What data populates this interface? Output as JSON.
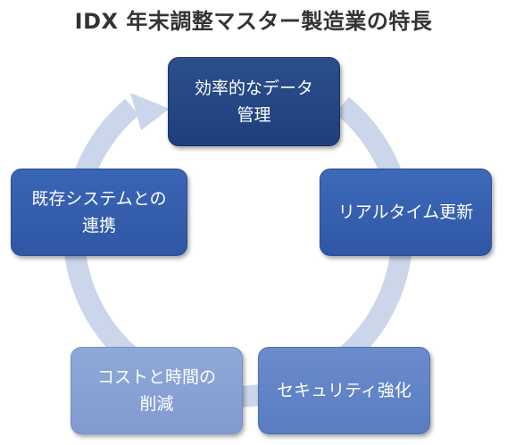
{
  "title": "IDX 年末調整マスター製造業の特長",
  "colors": {
    "ring": "#ccd6ea",
    "node1": "#24467f",
    "node2": "#335cab",
    "node3": "#5f82c5",
    "node4": "#86a0d3",
    "node5": "#335cab"
  },
  "nodes": [
    {
      "lines": [
        "効率的なデータ",
        "管理"
      ]
    },
    {
      "lines": [
        "リアルタイム更新"
      ]
    },
    {
      "lines": [
        "セキュリティ強化"
      ]
    },
    {
      "lines": [
        "コストと時間の",
        "削減"
      ]
    },
    {
      "lines": [
        "既存システムとの",
        "連携"
      ]
    }
  ]
}
